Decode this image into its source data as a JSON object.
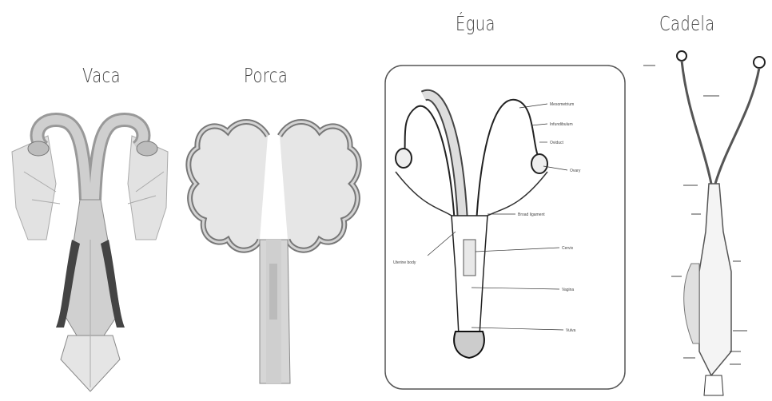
{
  "panels": {
    "cow": {
      "title": "Vaca"
    },
    "sow": {
      "title": "Porca"
    },
    "mare": {
      "title": "Égua",
      "labels": {
        "mesometrium": "Mesometrium",
        "infundibulum": "Infundibulum",
        "oviduct": "Oviduct",
        "ovary": "Ovary",
        "broad_ligament": "Broad ligament",
        "uterine_body": "Uterine body",
        "cervix": "Cervix",
        "vagina": "Vagina",
        "vulva": "Vulva"
      }
    },
    "bitch": {
      "title": "Cadela"
    }
  }
}
